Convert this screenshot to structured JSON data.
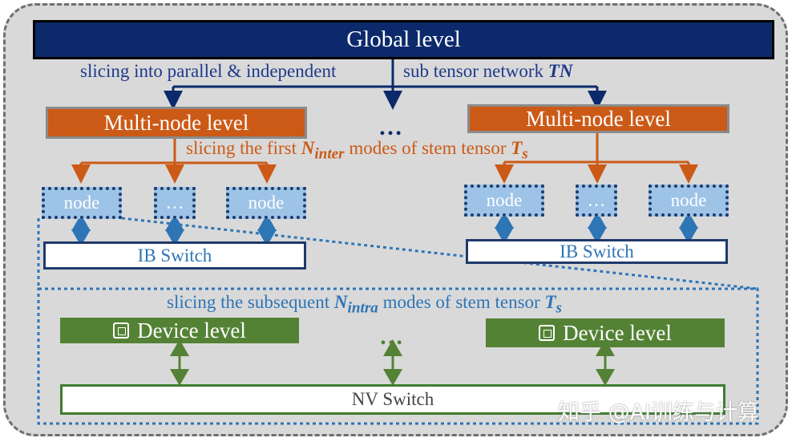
{
  "global_level": "Global level",
  "slicing_top": {
    "left": "slicing into parallel & independent",
    "right": "sub tensor network",
    "right_tn": "TN"
  },
  "multi_node_left": "Multi-node level",
  "multi_node_right": "Multi-node level",
  "mid_dots": "…",
  "slicing_inter": {
    "prefix": "slicing the first",
    "N": "N",
    "sub": "inter",
    "suffix": "modes of stem tensor",
    "T": "T",
    "Tsub": "s"
  },
  "left_nodes": [
    "node",
    "…",
    "node"
  ],
  "right_nodes": [
    "node",
    "…",
    "node"
  ],
  "ib_switch_left": "IB Switch",
  "ib_switch_right": "IB Switch",
  "slicing_intra": {
    "prefix": "slicing the subsequent",
    "N": "N",
    "sub": "intra",
    "suffix": "modes of stem tensor",
    "T": "T",
    "Tsub": "s"
  },
  "device_left": "Device level",
  "device_right": "Device level",
  "device_dots": "…",
  "nv_switch": "NV Switch",
  "watermark": "知乎 @AI训练与计算",
  "colors": {
    "navy": "#0c2a6b",
    "orange": "#cc5a17",
    "node_blue": "#9dc3e6",
    "link_blue": "#2e75b6",
    "green": "#548235"
  },
  "icons": [
    "chip-icon"
  ]
}
